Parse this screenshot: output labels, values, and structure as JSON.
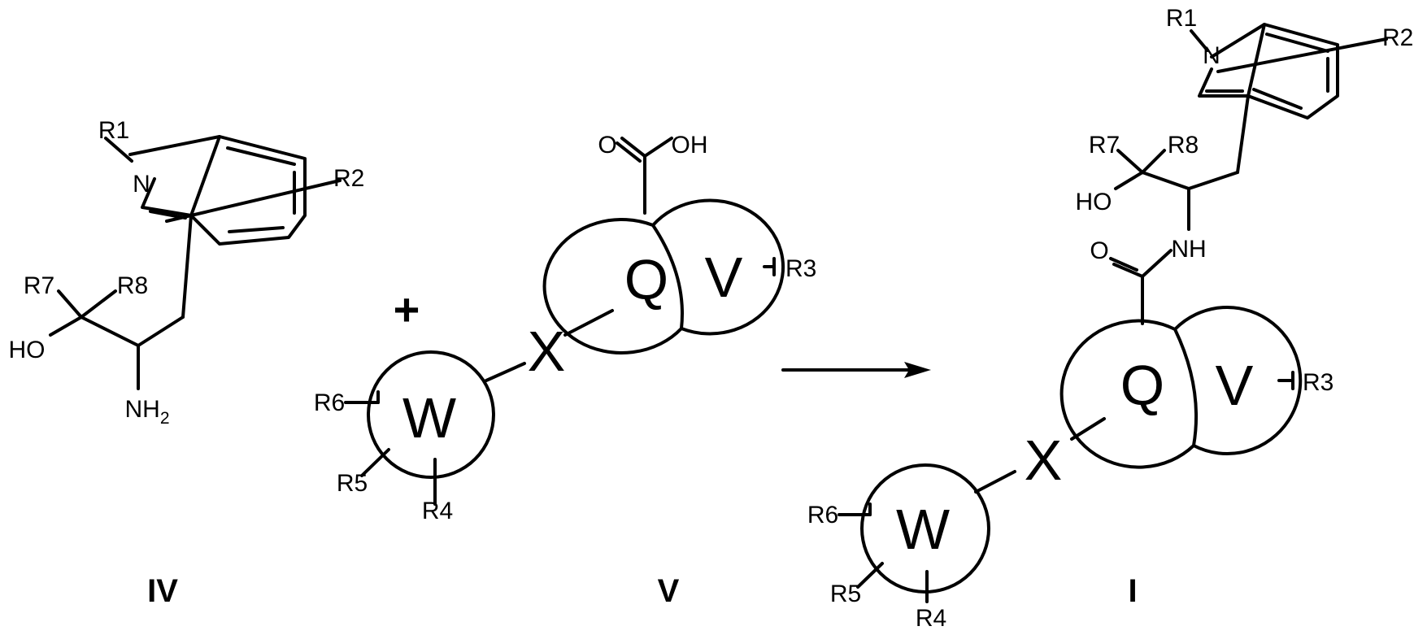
{
  "scheme": {
    "plus_sign": "+",
    "compound_ids": [
      "IV",
      "V",
      "I"
    ],
    "compound_IV": {
      "atoms": {
        "n": "N",
        "r1": "R1",
        "r2": "R2",
        "r7": "R7",
        "r8": "R8",
        "ho": "HO",
        "nh2": "NH",
        "nh2_sub": "2"
      }
    },
    "compound_V": {
      "atoms": {
        "o": "O",
        "oh": "OH",
        "q": "Q",
        "v": "V",
        "r3": "R3",
        "x": "X",
        "w": "W",
        "r4": "R4",
        "r5": "R5",
        "r6": "R6"
      }
    },
    "compound_I": {
      "atoms": {
        "n": "N",
        "r1": "R1",
        "r2": "R2",
        "r7": "R7",
        "r8": "R8",
        "ho": "HO",
        "nh": "NH",
        "o": "O",
        "q": "Q",
        "v": "V",
        "r3": "R3",
        "x": "X",
        "w": "W",
        "r4": "R4",
        "r5": "R5",
        "r6": "R6"
      }
    }
  }
}
